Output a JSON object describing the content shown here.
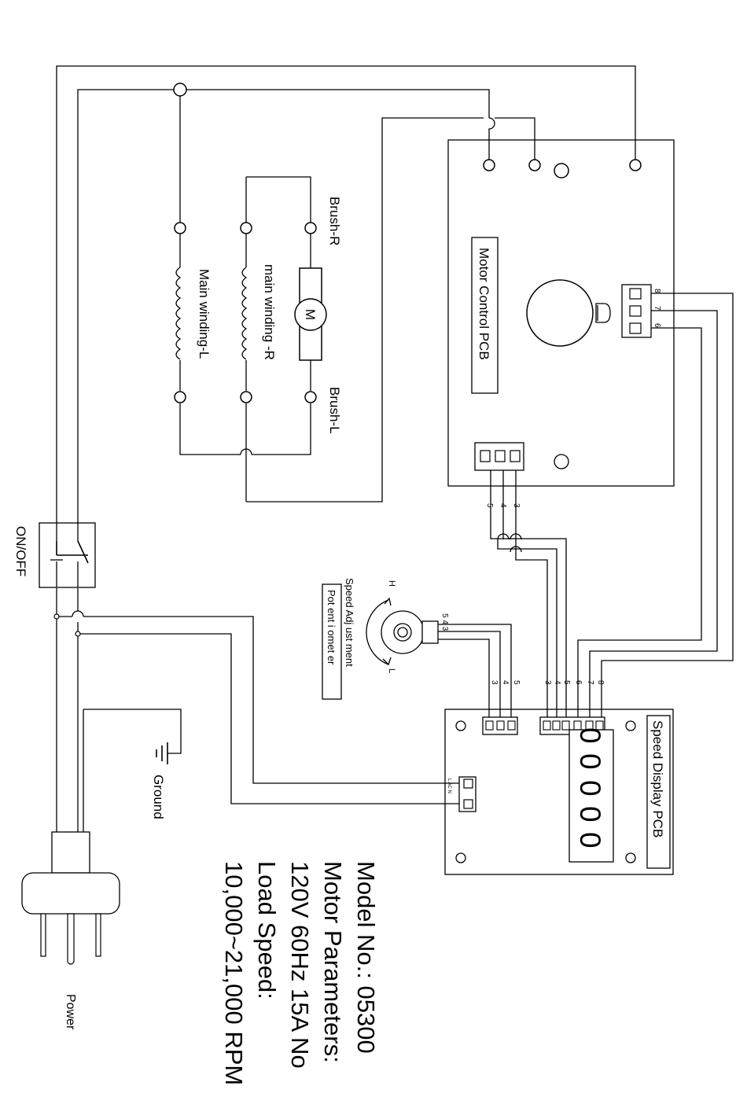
{
  "labels": {
    "brush_r": "Brush-R",
    "brush_l": "Brush-L",
    "motor_symbol": "M",
    "main_winding_r": "main winding -R",
    "main_winding_l": "Main winding-L",
    "motor_control_pcb": "Motor Control PCB",
    "speed_display_pcb": "Speed Display PCB",
    "on_off": "ON/OFF",
    "ground": "Ground",
    "power": "Power",
    "speed_adjustment": "Speed  Adj ust ment",
    "potentiometer": "Pot ent i omet er",
    "pot_high": "H",
    "pot_low": "L",
    "pot_pins": "5 4 3",
    "ac_terminal": "L  AC  N"
  },
  "display_digits": [
    "0",
    "0",
    "0",
    "0",
    "0"
  ],
  "pin_numbers": {
    "mcp_right": [
      "8",
      "7",
      "6"
    ],
    "mcp_bottom": [
      "5",
      "4",
      "3"
    ],
    "sdp_left": [
      "3",
      "4",
      "5"
    ],
    "sdp_right": [
      "3",
      "4",
      "5",
      "6",
      "7",
      "8"
    ]
  },
  "spec_lines": [
    "Model No.:  05300",
    "Motor Parameters:",
    "120V 60Hz 15A No",
    "Load Speed:",
    "10,000~21,000 RPM"
  ]
}
